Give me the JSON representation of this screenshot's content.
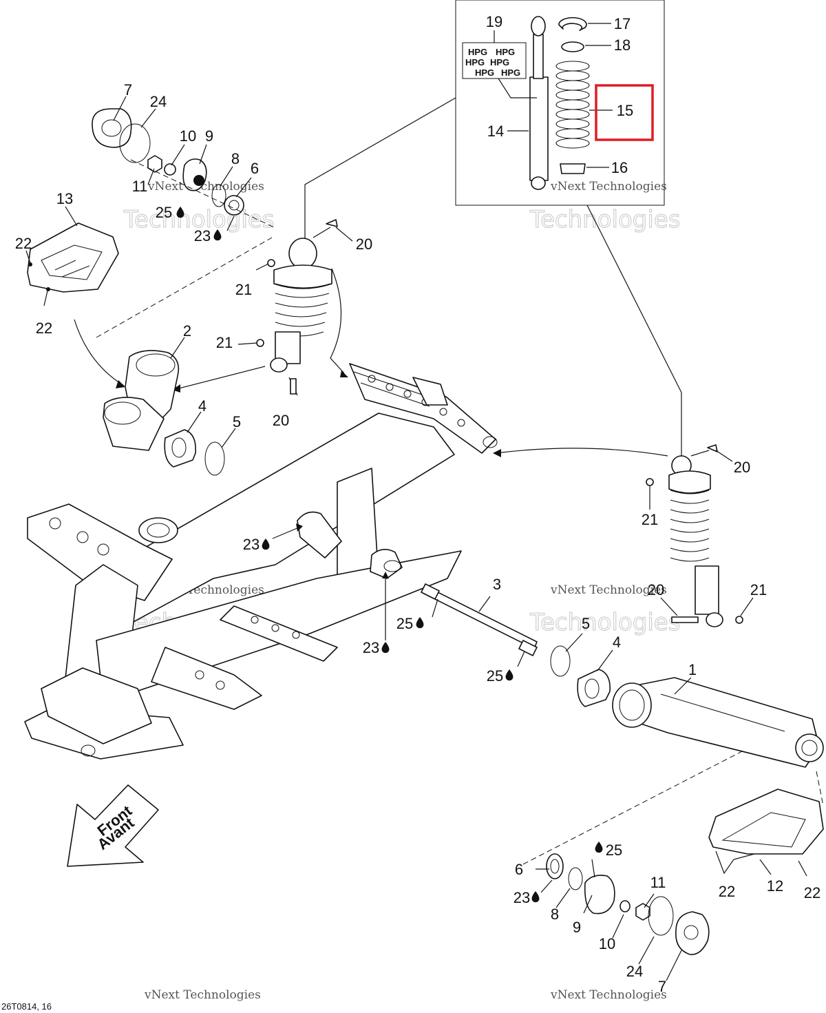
{
  "callouts": {
    "c1": "1",
    "c2": "2",
    "c3": "3",
    "c4a": "4",
    "c4b": "4",
    "c5a": "5",
    "c5b": "5",
    "c6a": "6",
    "c6b": "6",
    "c7a": "7",
    "c7b": "7",
    "c8a": "8",
    "c8b": "8",
    "c9a": "9",
    "c9b": "9",
    "c10a": "10",
    "c10b": "10",
    "c11a": "11",
    "c11b": "11",
    "c12": "12",
    "c13": "13",
    "c14": "14",
    "c15": "15",
    "c16": "16",
    "c17": "17",
    "c18": "18",
    "c19": "19",
    "c20a": "20",
    "c20b": "20",
    "c20c": "20",
    "c20d": "20",
    "c21a": "21",
    "c21b": "21",
    "c21c": "21",
    "c21d": "21",
    "c22a": "22",
    "c22b": "22",
    "c22c": "22",
    "c22d": "22",
    "c23a": "23",
    "c23b": "23",
    "c23c": "23",
    "c23d": "23",
    "c24a": "24",
    "c24b": "24",
    "c25a": "25",
    "c25b": "25",
    "c25c": "25",
    "c25d": "25"
  },
  "direction_label": {
    "line1": "Front",
    "line2": "Avant"
  },
  "decal_text": "HPG",
  "watermark": {
    "line1": "vNext",
    "line2": "Technologies",
    "full": "vNext Technologies"
  },
  "drawing_code": "26T0814, 16",
  "highlight": {
    "part": "15",
    "color": "#e01b24"
  }
}
